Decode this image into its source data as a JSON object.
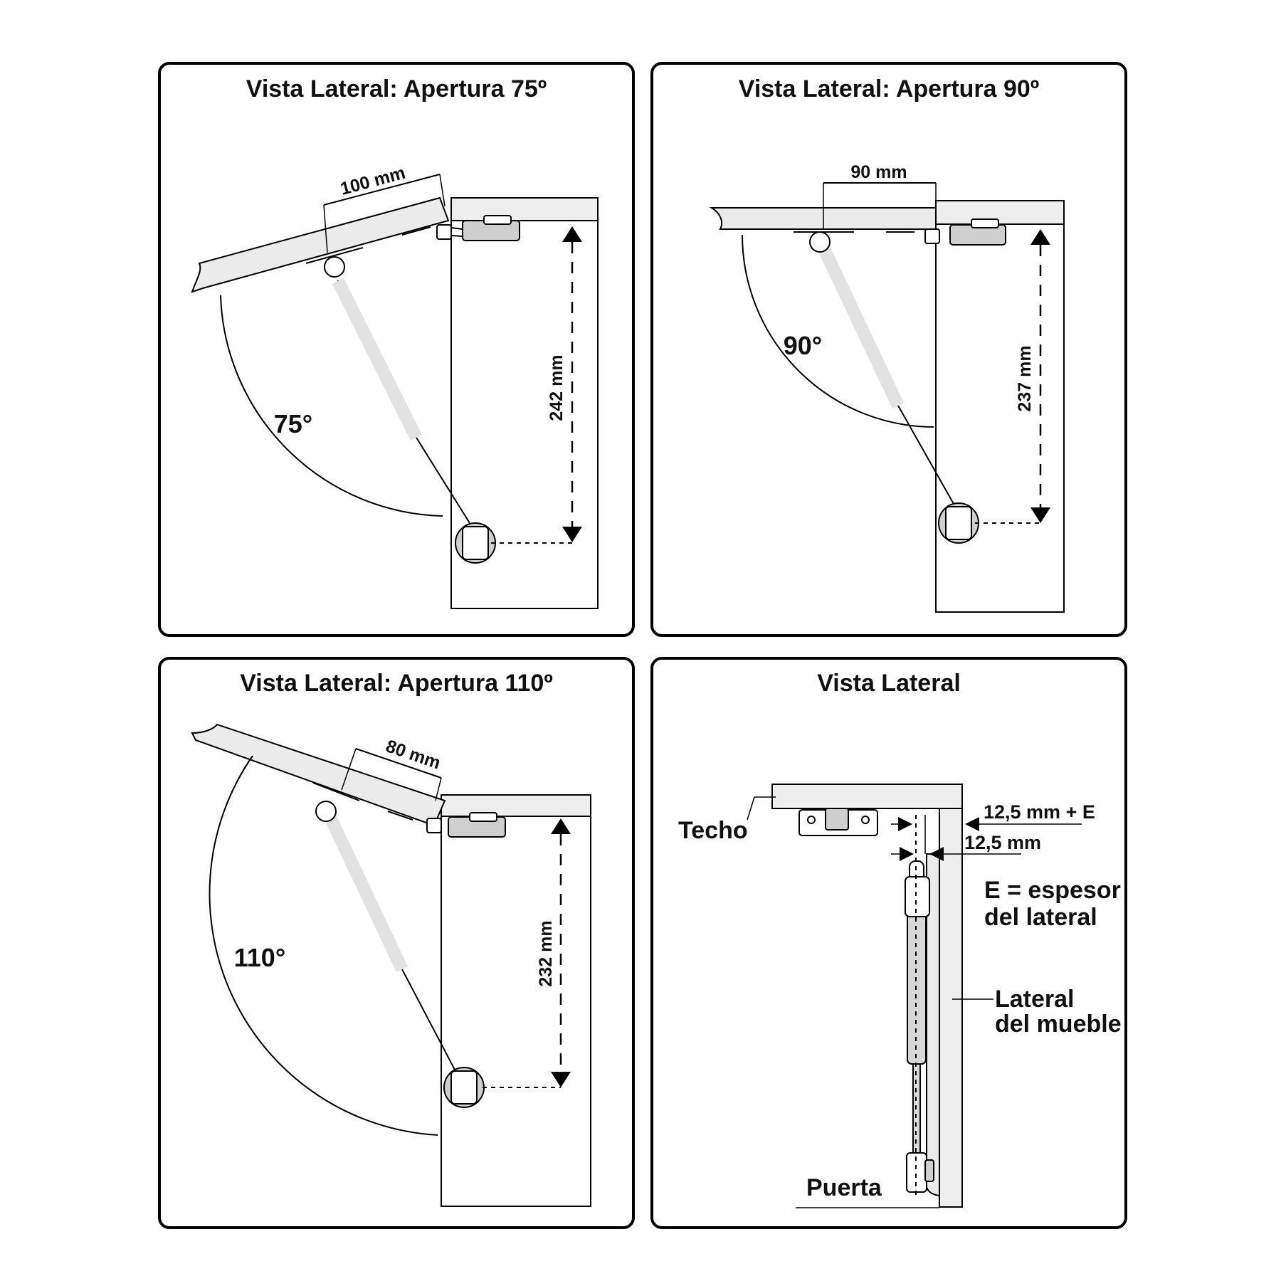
{
  "panels": [
    {
      "title": "Vista Lateral: Apertura 75º",
      "dimension": "100 mm",
      "height": "242 mm",
      "angle": "75°"
    },
    {
      "title": "Vista Lateral: Apertura 90º",
      "dimension": "90 mm",
      "height": "237 mm",
      "angle": "90°"
    },
    {
      "title": "Vista Lateral: Apertura 110º",
      "dimension": "80 mm",
      "height": "232 mm",
      "angle": "110°"
    },
    {
      "title": "Vista Lateral",
      "labels": {
        "techo": "Techo",
        "dim_top": "12,5 mm + E",
        "dim_bottom": "12,5 mm",
        "e_line1": "E = espesor",
        "e_line2": "del lateral",
        "lateral_line1": "Lateral",
        "lateral_line2": "del mueble",
        "puerta": "Puerta"
      }
    }
  ]
}
